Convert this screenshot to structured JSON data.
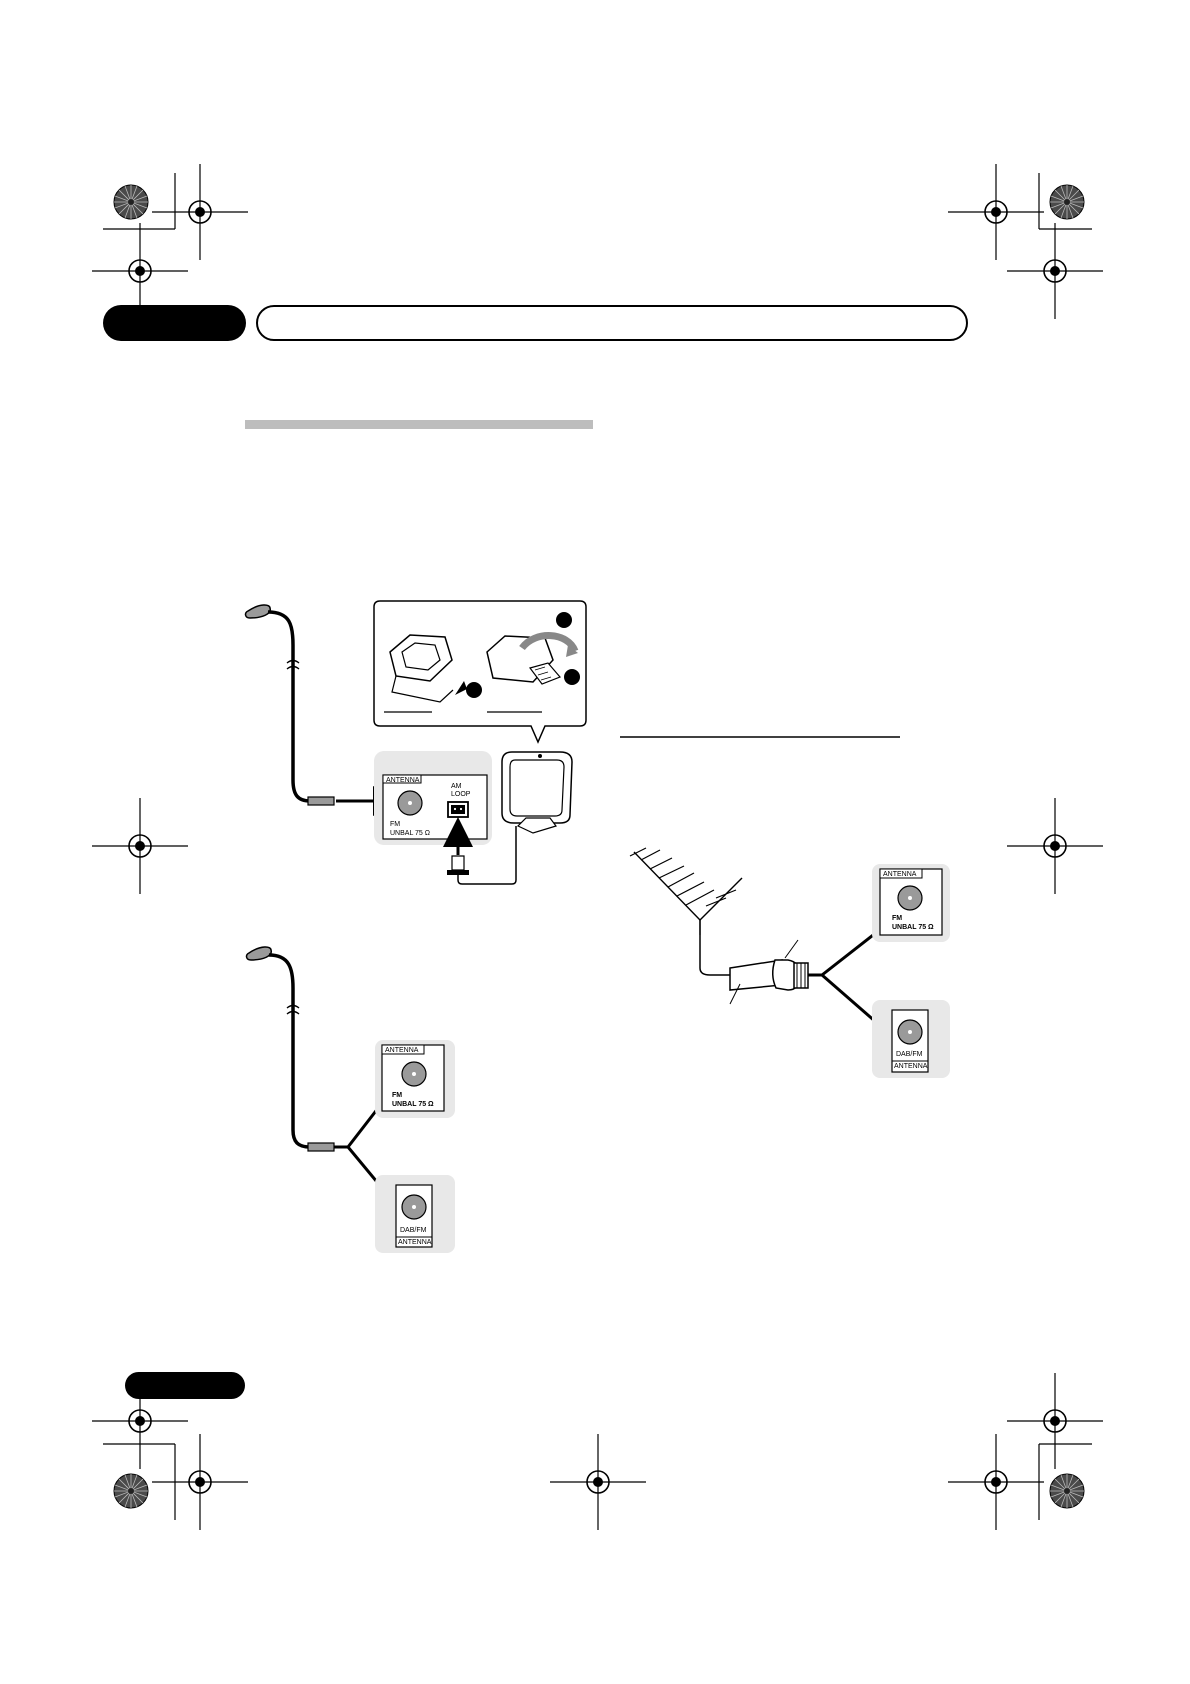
{
  "header": {
    "chapter_tab": "",
    "title_bar": "",
    "page_number": ""
  },
  "diagram_am_fm": {
    "panel_heading": "ANTENNA",
    "am_label_line1": "AM",
    "am_label_line2": "LOOP",
    "fm_label_line1": "FM",
    "fm_label_line2": "UNBAL 75 Ω"
  },
  "diagram_fm_dab": {
    "top_panel_heading": "ANTENNA",
    "top_fm_line1": "FM",
    "top_fm_line2": "UNBAL 75 Ω",
    "bottom_dab_line1": "DAB/FM",
    "bottom_dab_line2": "ANTENNA"
  },
  "diagram_outdoor": {
    "top_panel_heading": "ANTENNA",
    "top_fm_line1": "FM",
    "top_fm_line2": "UNBAL 75 Ω",
    "bottom_dab_line1": "DAB/FM",
    "bottom_dab_line2": "ANTENNA"
  },
  "colors": {
    "panel_bg": "#e8e8e8",
    "section_rule": "#bdbdbd",
    "ink": "#000000"
  }
}
